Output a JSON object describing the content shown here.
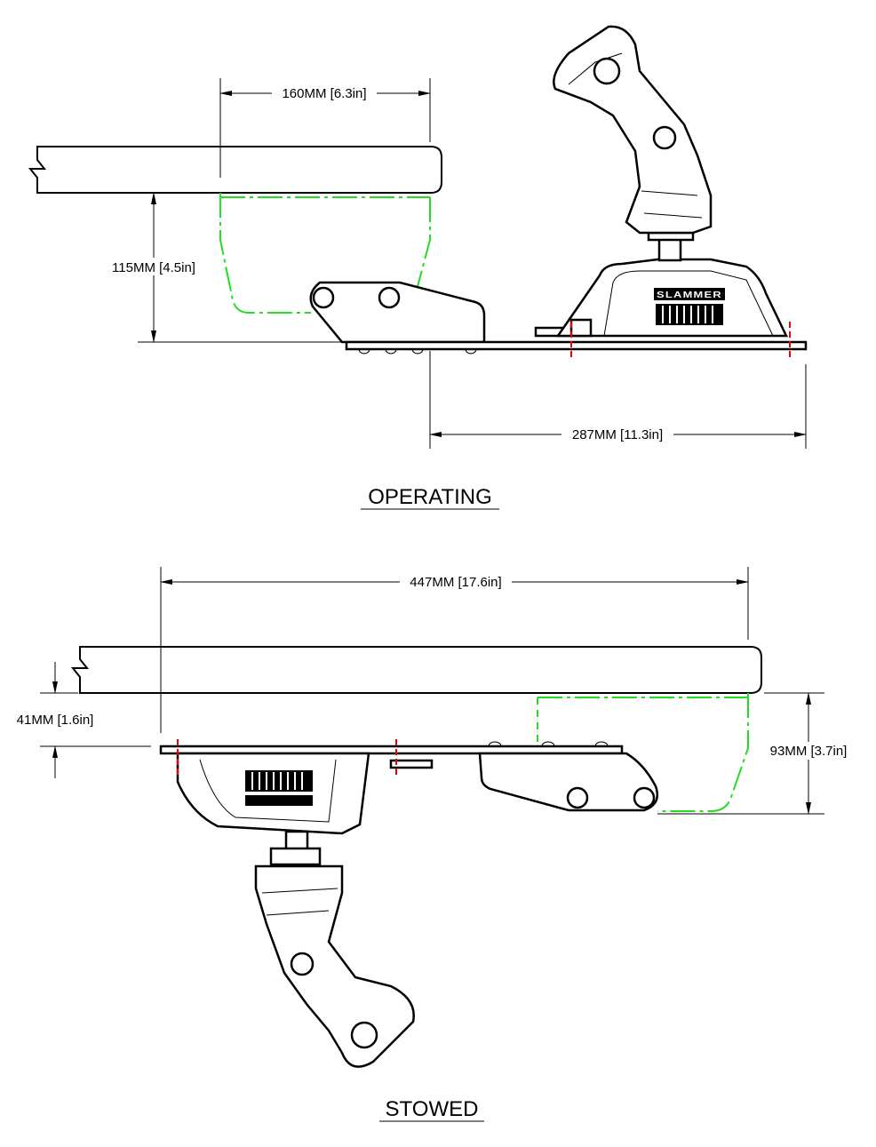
{
  "operating": {
    "title": "OPERATING",
    "dim_width": "160MM [6.3in]",
    "dim_height": "115MM [4.5in]",
    "dim_reach": "287MM [11.3in]",
    "mount_logo_text": "SLAMMER"
  },
  "stowed": {
    "title": "STOWED",
    "dim_length": "447MM [17.6in]",
    "dim_clearance": "41MM [1.6in]",
    "dim_depth": "93MM [3.7in]"
  },
  "colors": {
    "envelope": "#22dd22",
    "limit": "#e00000",
    "line": "#000000"
  }
}
